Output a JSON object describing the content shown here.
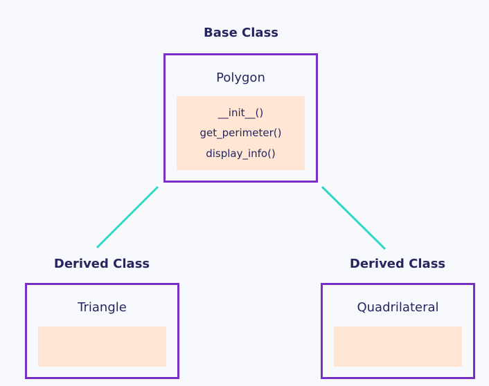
{
  "base": {
    "heading": "Base Class",
    "name": "Polygon",
    "methods": [
      "__init__()",
      "get_perimeter()",
      "display_info()"
    ]
  },
  "derived_left": {
    "heading": "Derived Class",
    "name": "Triangle"
  },
  "derived_right": {
    "heading": "Derived Class",
    "name": "Quadrilateral"
  },
  "colors": {
    "background": "#f8f9fd",
    "box_border": "#7a2fc4",
    "method_panel": "#ffe6d5",
    "connector": "#2fd8c4",
    "text": "#25265e"
  }
}
